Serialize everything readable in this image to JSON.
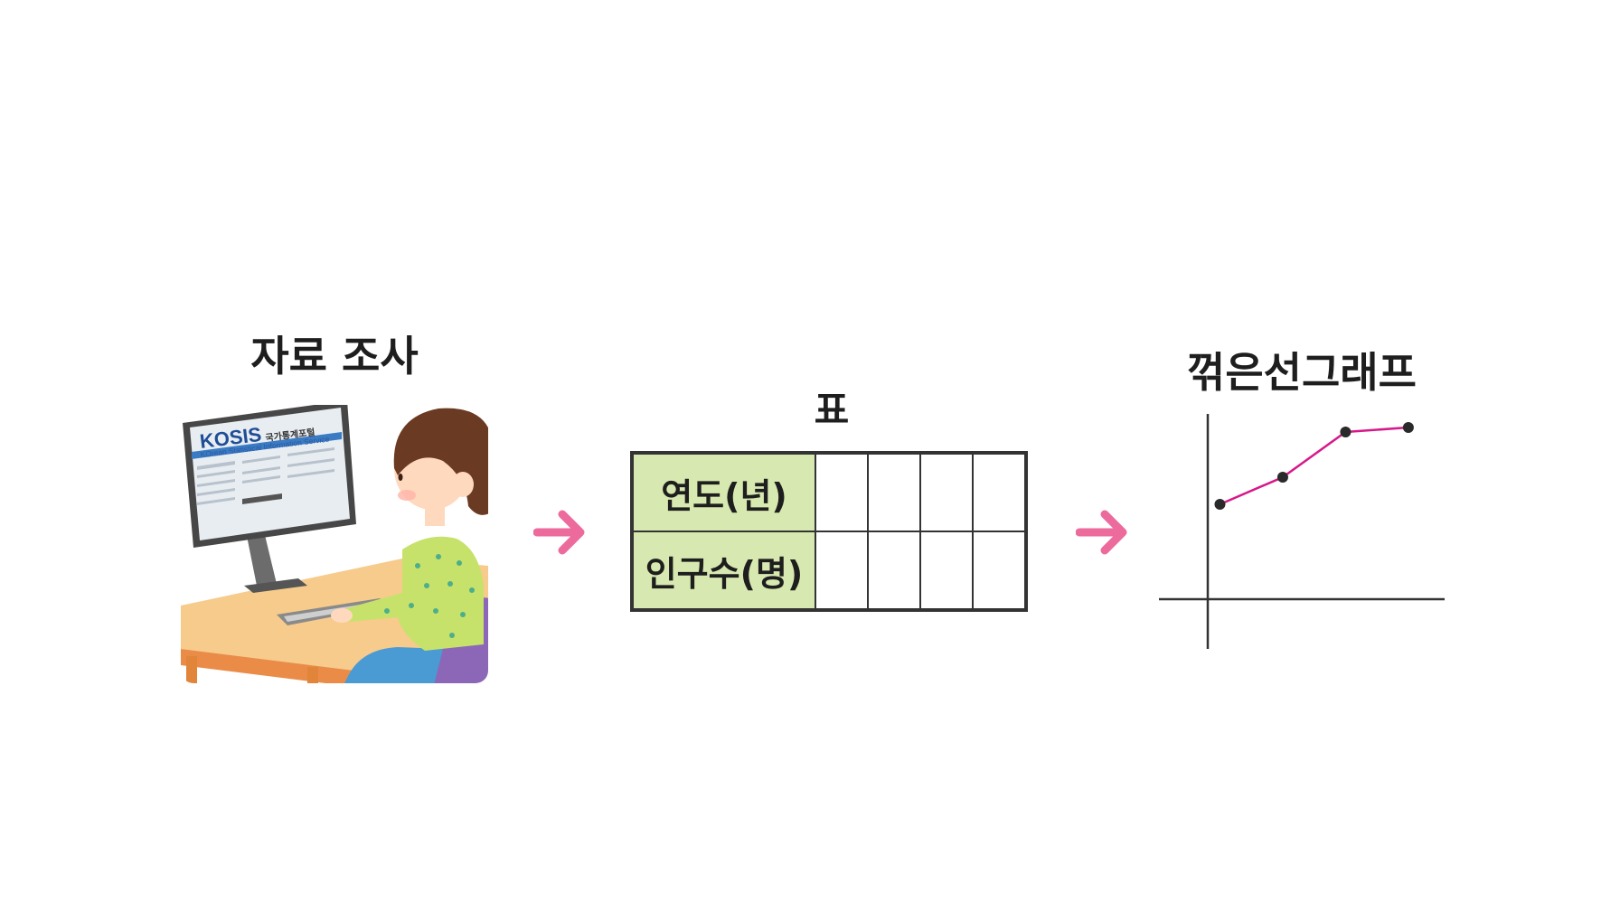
{
  "titles": {
    "research": "자료 조사",
    "table": "표",
    "graph": "꺾은선그래프"
  },
  "monitor": {
    "logo": "KOSIS",
    "logo_korean": "국가통계포털",
    "subtitle": "KOrean Statistical Information Service"
  },
  "table": {
    "row1_header": "연도(년)",
    "row2_header": "인구수(명)",
    "empty_columns": 4
  },
  "chart_data": {
    "type": "line",
    "x": [
      1,
      2,
      3,
      4
    ],
    "values": [
      1,
      1.6,
      2.6,
      2.7
    ],
    "xlim": [
      0,
      4.75
    ],
    "ylim": [
      -2.4,
      3.2
    ],
    "grid": false,
    "color": "#d6198a"
  },
  "colors": {
    "arrow": "#ec6a9c",
    "table_header_bg": "#d7e9b0",
    "line": "#d6198a"
  }
}
